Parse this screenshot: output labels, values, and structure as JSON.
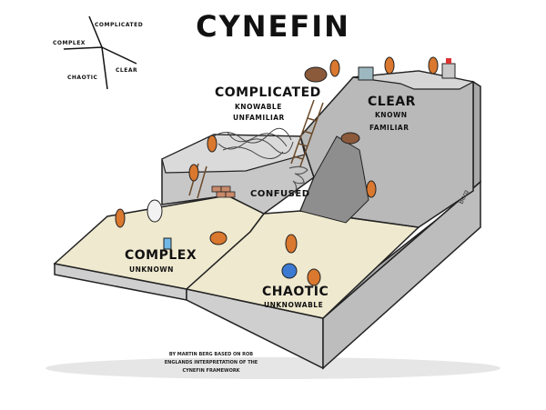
{
  "title": "CYNEFIN",
  "legend": {
    "complicated": "COMPLICATED",
    "complex": "COMPLEX",
    "chaotic": "CHAOTIC",
    "clear": "CLEAR"
  },
  "domains": {
    "complicated": {
      "name": "COMPLICATED",
      "line1": "KNOWABLE",
      "line2": "UNFAMILIAR"
    },
    "clear": {
      "name": "CLEAR",
      "line1": "KNOWN",
      "line2": "FAMILIAR"
    },
    "confused": {
      "name": "CONFUSED"
    },
    "complex": {
      "name": "COMPLEX",
      "line1": "UNKNOWN"
    },
    "chaotic": {
      "name": "CHAOTIC",
      "line1": "UNKNOWABLE"
    }
  },
  "credit": "BY MARTIN BERG BASED ON ROB ENGLANDS INTERPRETATION OF THE CYNEFIN FRAMEWORK",
  "signature": "Berg",
  "colors": {
    "floor": "#efe9cf",
    "front": "#cfcfcf",
    "rock": "#b9b9b9",
    "rock_dark": "#8e8e8e",
    "creature": "#d9782e",
    "outline": "#222222"
  }
}
